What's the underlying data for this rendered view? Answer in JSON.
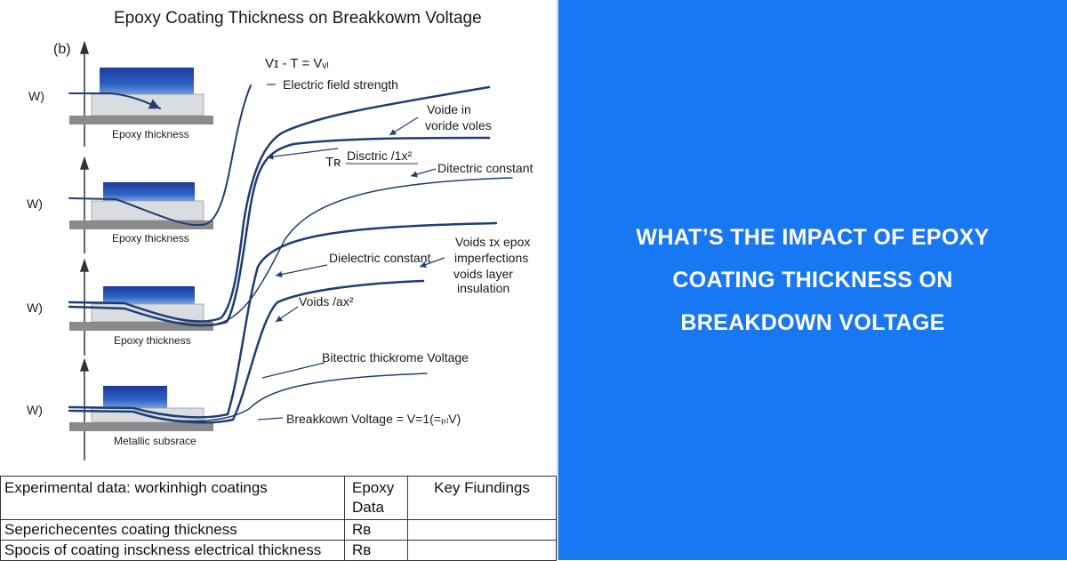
{
  "figure": {
    "title": "Epoxy Coating Thickness on Breakkowm Voltage",
    "panel_label": "(b)",
    "axis_label": "W)",
    "layer_labels": [
      "Epoxy thickness",
      "Epoxy thickness",
      "Epoxy thickness",
      "Metallic subsrace"
    ],
    "annotations": {
      "formula": "Vɪ - T = Vᵥₗ",
      "electric_field": "Electric field strength",
      "voids_in": "Voide in",
      "voride": "voride voles",
      "tr": "Tʀ",
      "disctric": "Disctric /1x²",
      "ditectric": "Ditectric constant",
      "voids_epox_1": "Voids ɪx epox",
      "voids_epox_2": "imperfections",
      "voids_epox_3": "voids layer",
      "voids_epox_4": "insulation",
      "dielectric": "Dielectric constant",
      "voids_ax": "Voids /ax²",
      "bitectric": "Bitectric thickrome Voltage",
      "breakdown": "Breakkown Voltage = V=1(=ₚₗV)"
    },
    "colors": {
      "curve": "#1f3d73",
      "epoxy_top": "#1d3fa0",
      "epoxy_bottom": "#6f9ad8",
      "substrate": "#8a8a8a",
      "layer": "#d9dce0"
    }
  },
  "table": {
    "headers": [
      "Experimental data: workinhigh coatings",
      "Epoxy Data",
      "Key Fiundings"
    ],
    "rows": [
      [
        "Seperichecentes coating thickness",
        "Rʙ",
        ""
      ],
      [
        "Spocis of coating insckness electrical thickness",
        "Rʙ",
        ""
      ]
    ]
  },
  "headline": "WHAT’S THE IMPACT OF EPOXY COATING THICKNESS ON BREAKDOWN VOLTAGE"
}
